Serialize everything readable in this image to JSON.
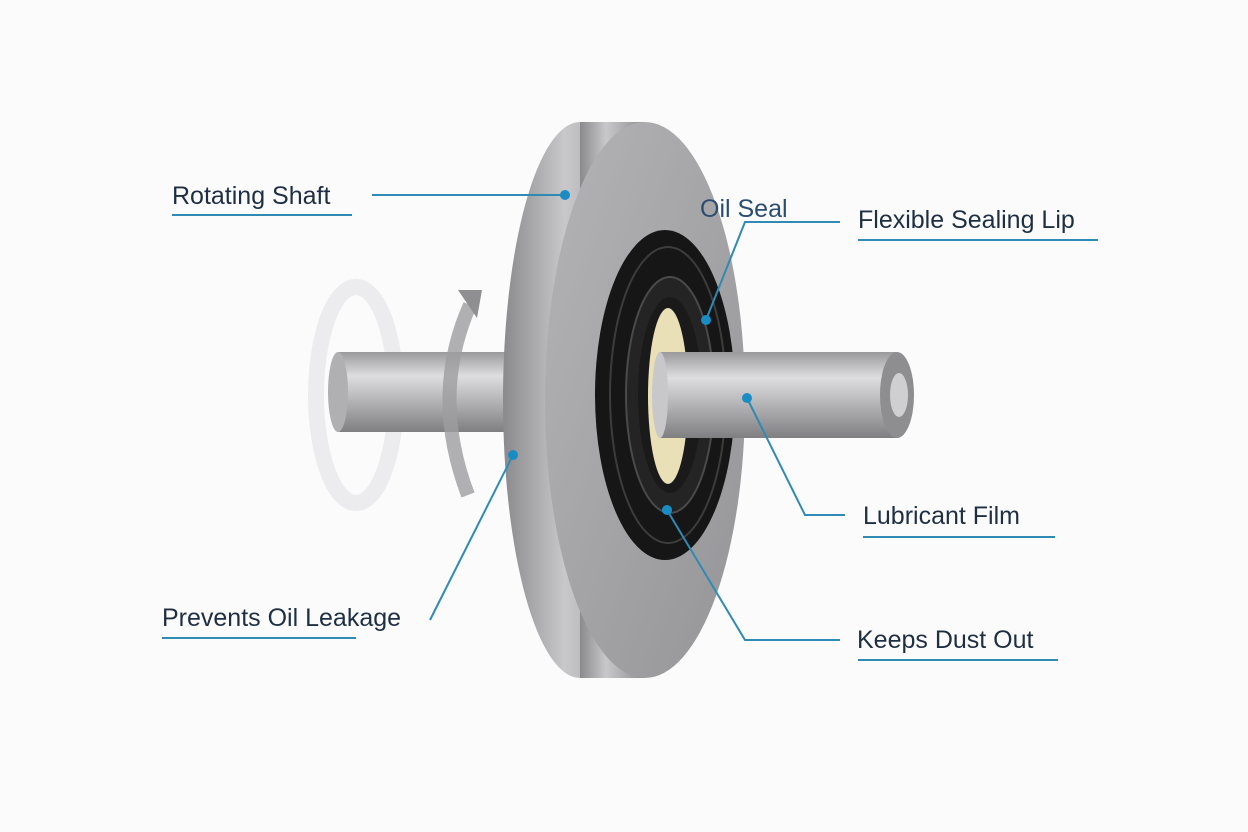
{
  "labels": {
    "rotating_shaft": "Rotating Shaft",
    "oil_seal": "Oil Seal",
    "flexible_sealing_lip": "Flexible Sealing Lip",
    "lubricant_film": "Lubricant Film",
    "keeps_dust_out": "Keeps Dust Out",
    "prevents_oil_leakage": "Prevents Oil Leakage"
  },
  "colors": {
    "leader": "#2f8ab4",
    "text": "#1e2f44",
    "seal": "#151515",
    "lubricant": "#e9e0b8",
    "metal": "#a9a9ab"
  }
}
